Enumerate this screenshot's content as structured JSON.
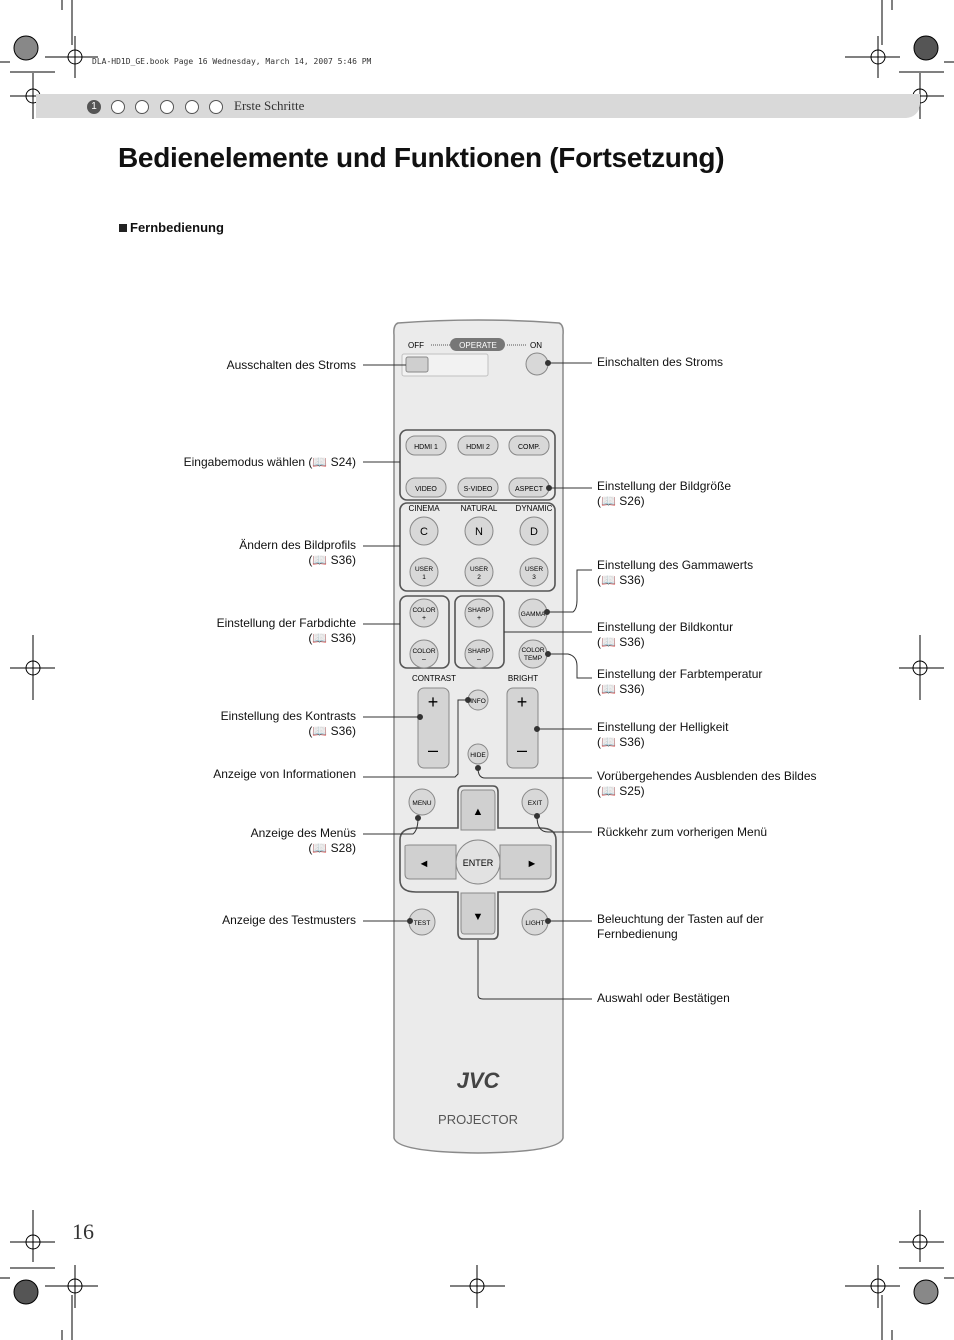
{
  "header": {
    "file_info": "DLA-HD1D_GE.book  Page 16  Wednesday, March 14, 2007  5:46 PM",
    "chapter_number": "1",
    "section": "Erste Schritte"
  },
  "title": "Bedienelemente und Funktionen (Fortsetzung)",
  "subheading": "Fernbedienung",
  "page_number": "16",
  "remote": {
    "off": "OFF",
    "operate": "OPERATE",
    "on": "ON",
    "hdmi1": "HDMI 1",
    "hdmi2": "HDMI 2",
    "comp": "COMP.",
    "video": "VIDEO",
    "svideo": "S-VIDEO",
    "aspect": "ASPECT",
    "cinema": "CINEMA",
    "natural": "NATURAL",
    "dynamic": "DYNAMIC",
    "c": "C",
    "n": "N",
    "d": "D",
    "user": "USER",
    "user1": "1",
    "user2": "2",
    "user3": "3",
    "color": "COLOR",
    "sharp": "SHARP",
    "plus": "+",
    "minus": "–",
    "gamma": "GAMMA",
    "color_temp_1": "COLOR",
    "color_temp_2": "TEMP",
    "contrast": "CONTRAST",
    "bright": "BRIGHT",
    "info": "INFO",
    "hide": "HIDE",
    "menu": "MENU",
    "exit": "EXIT",
    "enter": "ENTER",
    "up": "▲",
    "down": "▼",
    "left": "◄",
    "right": "►",
    "test": "TEST",
    "light": "LIGHT",
    "brand": "JVC",
    "product": "PROJECTOR"
  },
  "labels_left": [
    {
      "text": "Ausschalten des Stroms",
      "ref": ""
    },
    {
      "text": "Eingabemodus wählen (📖 S24)",
      "ref": ""
    },
    {
      "text": "Ändern des Bildprofils",
      "ref": "(📖 S36)"
    },
    {
      "text": "Einstellung der Farbdichte",
      "ref": "(📖 S36)"
    },
    {
      "text": "Einstellung des Kontrasts",
      "ref": "(📖 S36)"
    },
    {
      "text": "Anzeige von Informationen",
      "ref": ""
    },
    {
      "text": "Anzeige des Menüs",
      "ref": "(📖 S28)"
    },
    {
      "text": "Anzeige des Testmusters",
      "ref": ""
    }
  ],
  "labels_right": [
    {
      "text": "Einschalten des Stroms",
      "ref": ""
    },
    {
      "text": "Einstellung der Bildgröße",
      "ref": "(📖 S26)"
    },
    {
      "text": "Einstellung des Gammawerts",
      "ref": "(📖 S36)"
    },
    {
      "text": "Einstellung der Bildkontur",
      "ref": "(📖 S36)"
    },
    {
      "text": "Einstellung der Farbtemperatur",
      "ref": "(📖 S36)"
    },
    {
      "text": "Einstellung der Helligkeit",
      "ref": "(📖 S36)"
    },
    {
      "text": "Vorübergehendes Ausblenden des Bildes",
      "ref": "(📖 S25)"
    },
    {
      "text": "Rückkehr zum vorherigen Menü",
      "ref": ""
    },
    {
      "text": "Beleuchtung der Tasten auf der",
      "ref": "Fernbedienung"
    },
    {
      "text": "Auswahl oder Bestätigen",
      "ref": ""
    }
  ]
}
